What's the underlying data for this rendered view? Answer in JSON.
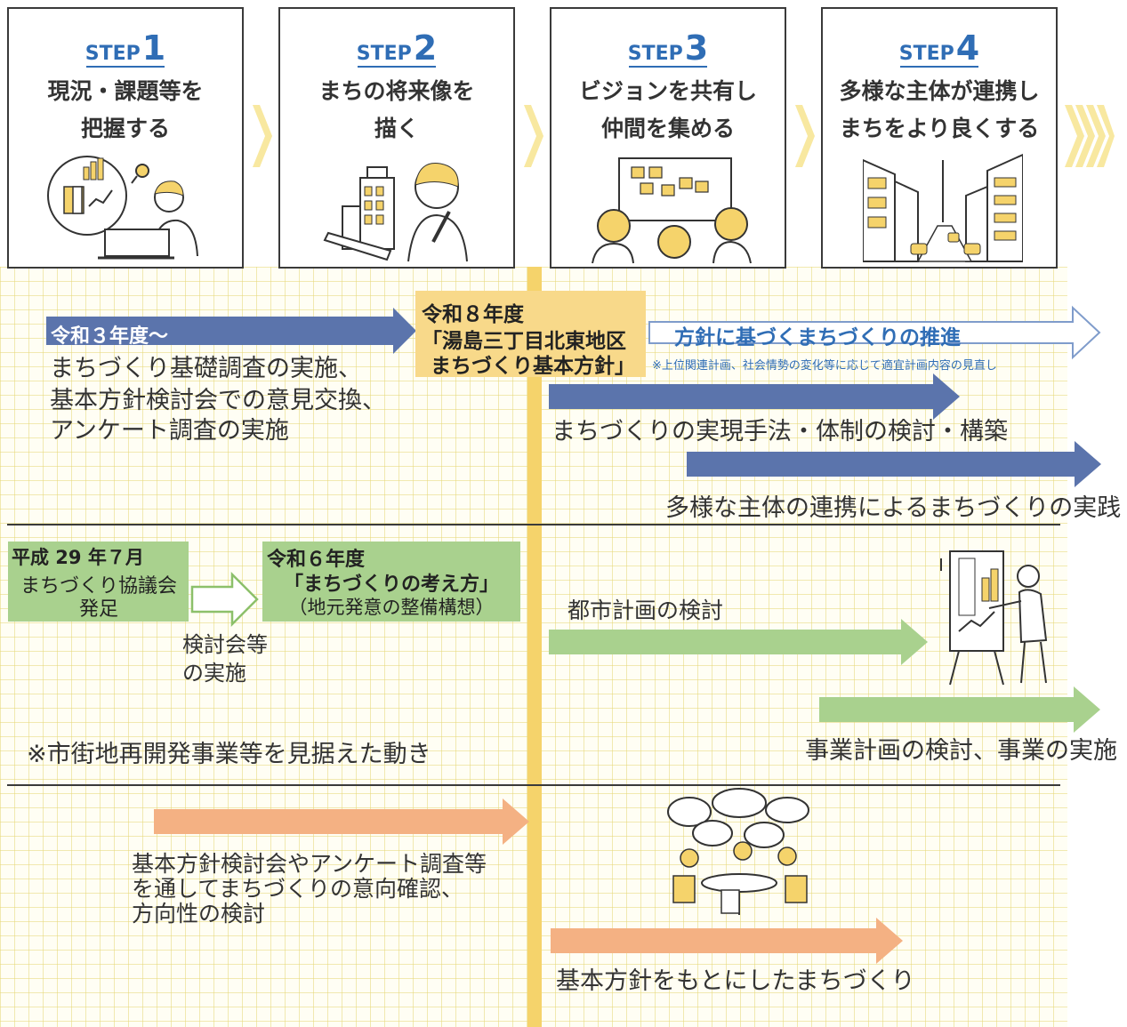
{
  "steps": [
    {
      "word": "STEP",
      "num": "1",
      "title1": "現況・課題等を",
      "title2": "把握する",
      "icon": "analysis-illustration"
    },
    {
      "word": "STEP",
      "num": "2",
      "title1": "まちの将来像を",
      "title2": "描く",
      "icon": "planning-illustration"
    },
    {
      "word": "STEP",
      "num": "3",
      "title1": "ビジョンを共有し",
      "title2": "仲間を集める",
      "icon": "brainstorm-illustration"
    },
    {
      "word": "STEP",
      "num": "4",
      "title1": "多様な主体が連携し",
      "title2": "まちをより良くする",
      "icon": "cityscape-illustration"
    }
  ],
  "row1": {
    "start_label": "令和３年度～",
    "start_text": [
      "まちづくり基礎調査の実施、",
      "基本方針検討会での意見交換、",
      "アンケート調査の実施"
    ],
    "milestone_year": "令和８年度",
    "milestone_l1": "「湯島三丁目北東地区",
    "milestone_l2": "まちづくり基本方針」",
    "promote": "方針に基づくまちづくりの推進",
    "promote_note": "※上位関連計画、社会情勢の変化等に応じて適宜計画内容の見直し",
    "method": "まちづくりの実現手法・体制の検討・構築",
    "practice": "多様な主体の連携によるまちづくりの実践"
  },
  "row2": {
    "box1_l1": "平成 29 年７月",
    "box1_l2": "まちづくり協議会",
    "box1_l3": "発足",
    "arrow_l1": "検討会等",
    "arrow_l2": "の実施",
    "box2_l1": "令和６年度",
    "box2_l2": "「まちづくりの考え方」",
    "box2_l3": "（地元発意の整備構想）",
    "urban": "都市計画の検討",
    "project": "事業計画の検討、事業の実施",
    "note": "※市街地再開発事業等を見据えた動き"
  },
  "row3": {
    "left_l1": "基本方針検討会やアンケート調査等",
    "left_l2": "を通してまちづくりの意向確認、",
    "left_l3": "方向性の検討",
    "right": "基本方針をもとにしたまちづくり"
  },
  "colors": {
    "blue": "#5b74ac",
    "green": "#a9d18e",
    "orange": "#f4b183",
    "yellow": "#f5d36b",
    "stepblue": "#2f6db5"
  }
}
